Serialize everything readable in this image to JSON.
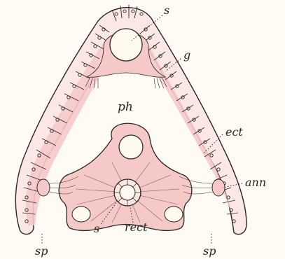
{
  "figure": {
    "background": "#fdfbf4",
    "tissue_color": "#f6c9c9",
    "ink_color": "#2a2620"
  },
  "labels": {
    "s_top": "s",
    "g": "g",
    "ph": "ph",
    "ect": "ect",
    "ann": "ann",
    "s_bottom": "s",
    "rect": "rect",
    "sp_left": "sp",
    "sp_right": "sp"
  }
}
